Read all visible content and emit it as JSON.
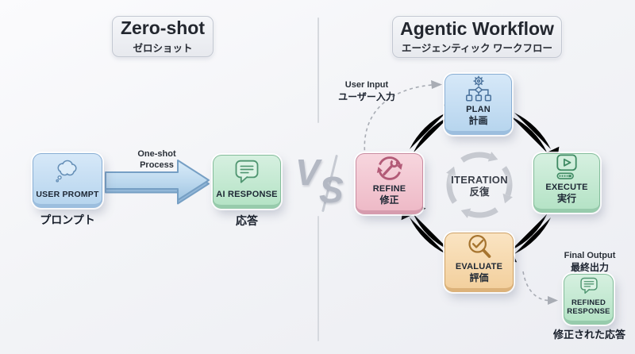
{
  "left_panel": {
    "title": "Zero-shot",
    "subtitle_jp": "ゼロショット",
    "user_prompt": {
      "label": "USER PROMPT",
      "caption_jp": "プロンプト"
    },
    "process_arrow": {
      "line1": "One-shot",
      "line2": "Process"
    },
    "ai_response": {
      "label": "AI RESPONSE",
      "caption_jp": "応答"
    }
  },
  "vs": {
    "v": "V",
    "s": "S"
  },
  "right_panel": {
    "title": "Agentic Workflow",
    "subtitle_jp": "エージェンティック ワークフロー",
    "plan": {
      "label": "PLAN",
      "jp": "計画"
    },
    "execute": {
      "label": "EXECUTE",
      "jp": "実行"
    },
    "evaluate": {
      "label": "EVALUATE",
      "jp": "評価"
    },
    "refine": {
      "label": "REFINE",
      "jp": "修正"
    },
    "iteration": {
      "label": "ITERATION",
      "jp": "反復"
    },
    "user_input": {
      "label": "User Input",
      "jp": "ユーザー入力"
    },
    "final_output": {
      "label": "Final Output",
      "jp": "最終出力"
    },
    "refined_response": {
      "line1": "REFINED",
      "line2": "RESPONSE",
      "caption_jp": "修正された応答"
    }
  },
  "icons": {
    "user_prompt": "thought-bubble-icon",
    "ai_response": "chat-bubble-icon",
    "plan": "gear-flowchart-icon",
    "execute": "play-progress-icon",
    "evaluate": "magnifier-check-icon",
    "refine": "wrench-cycle-icon",
    "refined_response": "chat-bubble-icon",
    "iteration": "cycle-arrows-icon"
  },
  "colors": {
    "background": "#f3f4f7",
    "blue_node": "#c7ddf2",
    "green_node": "#c4e8d1",
    "orange_node": "#f6d6a8",
    "pink_node": "#f2c4d0",
    "blue_arrow": "#abd0ea",
    "green_arrow": "#a5dac0",
    "orange_arrow": "#f1c88e",
    "pink_arrow": "#efa7b9",
    "iteration_gray": "#c6c9d0",
    "divider": "#d6d9de",
    "vs_gray": "#b3b8c3"
  }
}
